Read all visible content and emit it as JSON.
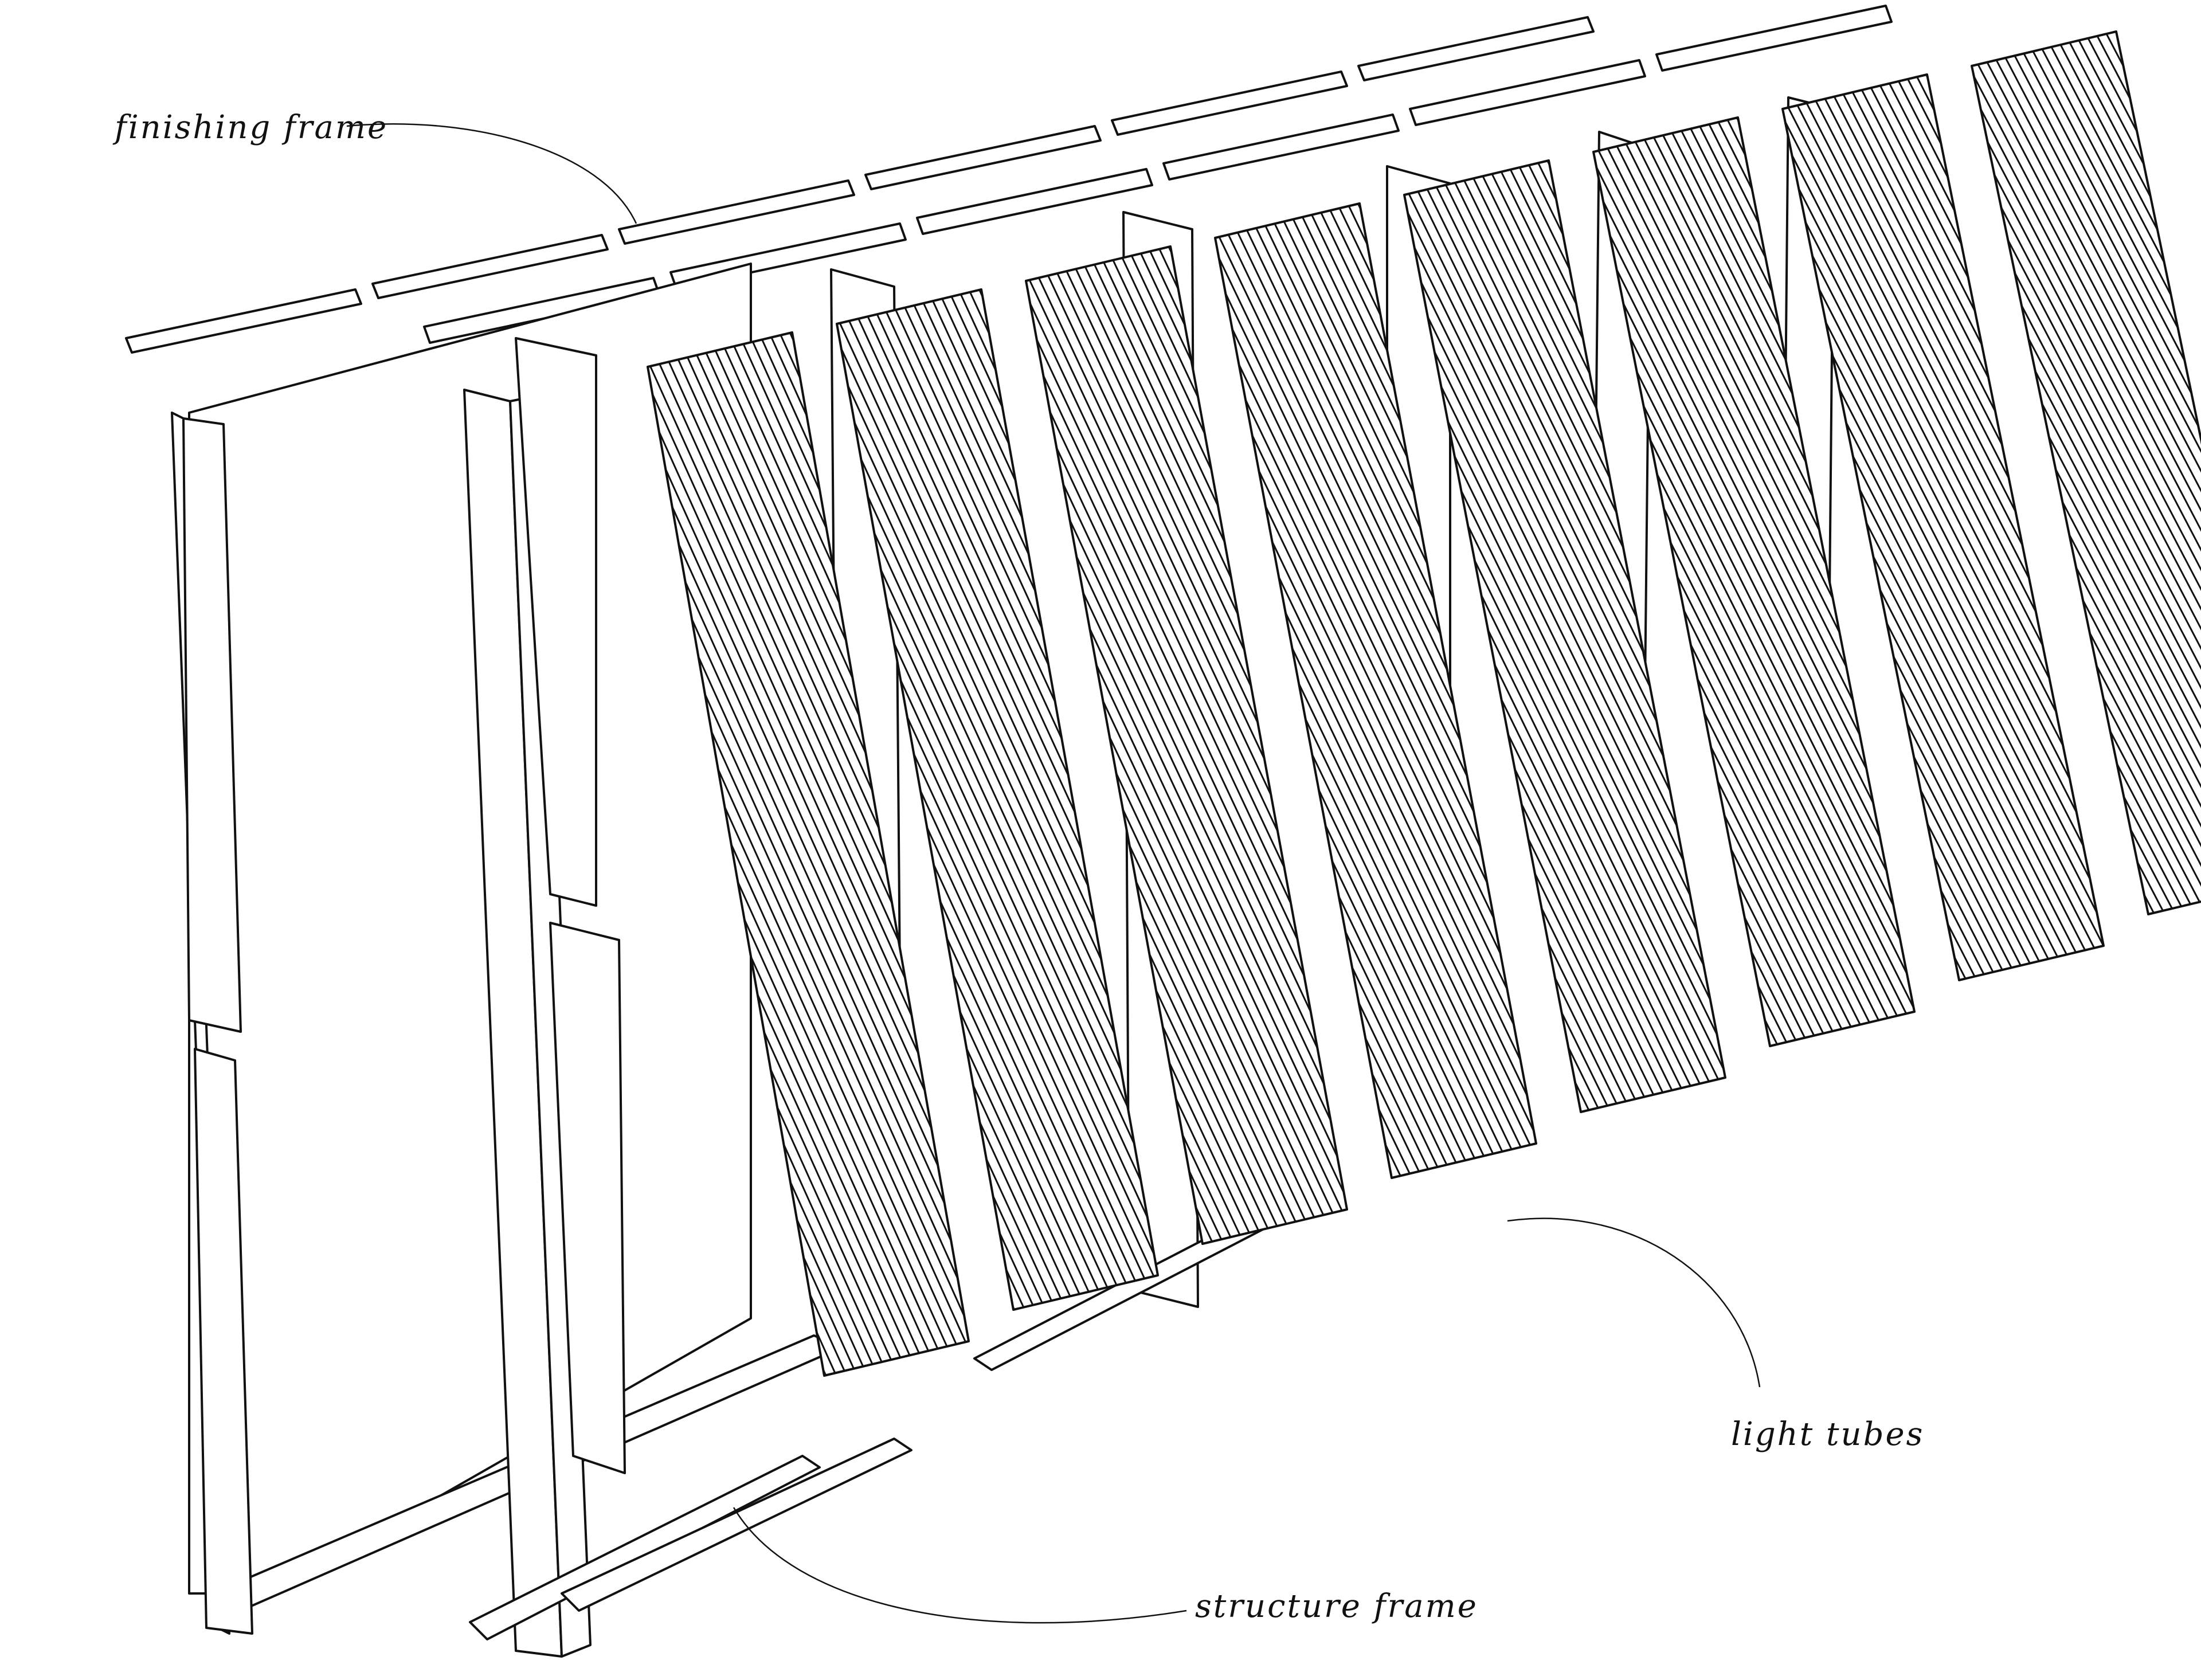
{
  "diagram": {
    "labels": {
      "finishing_frame": "finishing frame",
      "light_tubes": "light tubes",
      "structure_frame": "structure frame"
    },
    "colors": {
      "line": "#111111",
      "background": "#ffffff"
    },
    "tube_panels": 8,
    "top_rail_segments": 6
  }
}
